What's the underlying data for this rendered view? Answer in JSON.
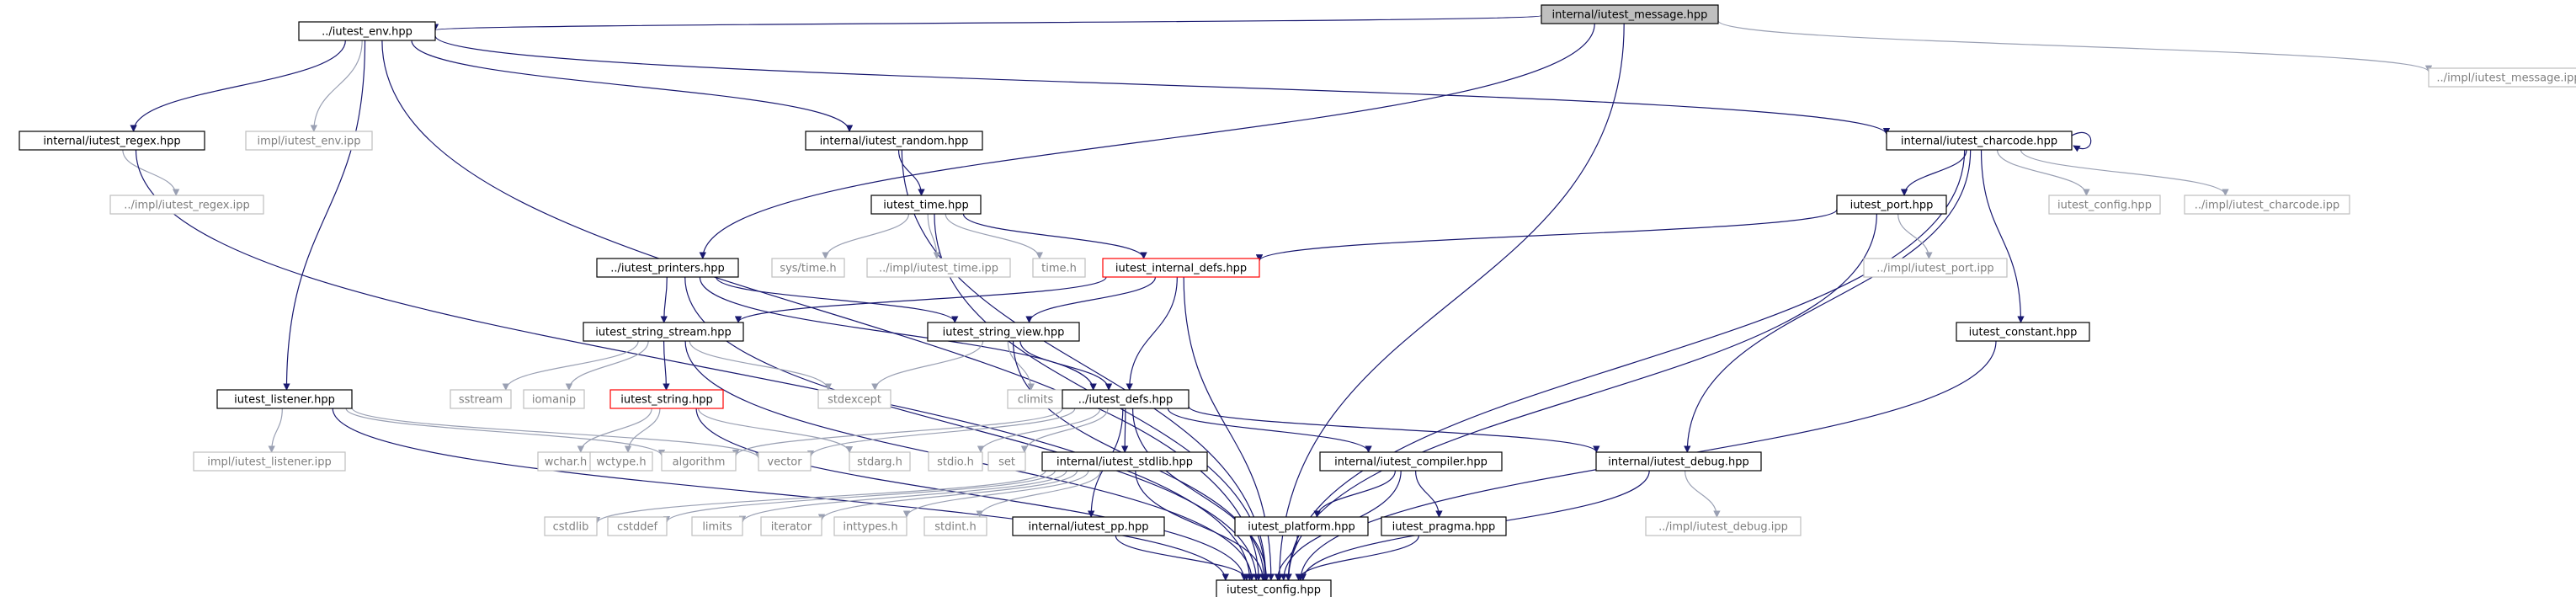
{
  "graph": {
    "root": "internal/iutest_message.hpp",
    "colors": {
      "edge": "#191970",
      "edge_light": "#9aa0b3",
      "root_fill": "#bfbfbf",
      "node_border": "#000000",
      "highlight_border": "#ff0000",
      "external_border": "#bfbfbf",
      "external_text": "#7f7f7f"
    },
    "nodes": [
      {
        "id": "n_message",
        "label": "internal/iutest_message.hpp",
        "style": "root"
      },
      {
        "id": "n_env",
        "label": "../iutest_env.hpp",
        "style": "normal"
      },
      {
        "id": "n_impl_message",
        "label": "../impl/iutest_message.ipp",
        "style": "external"
      },
      {
        "id": "n_regex",
        "label": "internal/iutest_regex.hpp",
        "style": "normal"
      },
      {
        "id": "n_impl_env",
        "label": "impl/iutest_env.ipp",
        "style": "external"
      },
      {
        "id": "n_random",
        "label": "internal/iutest_random.hpp",
        "style": "normal"
      },
      {
        "id": "n_charcode",
        "label": "internal/iutest_charcode.hpp",
        "style": "normal"
      },
      {
        "id": "n_impl_regex",
        "label": "../impl/iutest_regex.ipp",
        "style": "external"
      },
      {
        "id": "n_time",
        "label": "iutest_time.hpp",
        "style": "normal"
      },
      {
        "id": "n_port",
        "label": "iutest_port.hpp",
        "style": "normal"
      },
      {
        "id": "n_config_ext",
        "label": "iutest_config.hpp",
        "style": "external"
      },
      {
        "id": "n_impl_charcode",
        "label": "../impl/iutest_charcode.ipp",
        "style": "external"
      },
      {
        "id": "n_printers",
        "label": "../iutest_printers.hpp",
        "style": "normal"
      },
      {
        "id": "n_systime",
        "label": "sys/time.h",
        "style": "external"
      },
      {
        "id": "n_impl_time",
        "label": "../impl/iutest_time.ipp",
        "style": "external"
      },
      {
        "id": "n_timeh",
        "label": "time.h",
        "style": "external"
      },
      {
        "id": "n_internal_defs",
        "label": "iutest_internal_defs.hpp",
        "style": "highlight"
      },
      {
        "id": "n_impl_port",
        "label": "../impl/iutest_port.ipp",
        "style": "external"
      },
      {
        "id": "n_string_stream",
        "label": "iutest_string_stream.hpp",
        "style": "normal"
      },
      {
        "id": "n_string_view",
        "label": "iutest_string_view.hpp",
        "style": "normal"
      },
      {
        "id": "n_constant",
        "label": "iutest_constant.hpp",
        "style": "normal"
      },
      {
        "id": "n_listener",
        "label": "iutest_listener.hpp",
        "style": "normal"
      },
      {
        "id": "n_sstream",
        "label": "sstream",
        "style": "external"
      },
      {
        "id": "n_iomanip",
        "label": "iomanip",
        "style": "external"
      },
      {
        "id": "n_string",
        "label": "iutest_string.hpp",
        "style": "highlight"
      },
      {
        "id": "n_stdexcept",
        "label": "stdexcept",
        "style": "external"
      },
      {
        "id": "n_climits",
        "label": "climits",
        "style": "external"
      },
      {
        "id": "n_defs",
        "label": "../iutest_defs.hpp",
        "style": "normal"
      },
      {
        "id": "n_impl_listener",
        "label": "impl/iutest_listener.ipp",
        "style": "external"
      },
      {
        "id": "n_wcharh",
        "label": "wchar.h",
        "style": "external"
      },
      {
        "id": "n_wctypeh",
        "label": "wctype.h",
        "style": "external"
      },
      {
        "id": "n_algorithm",
        "label": "algorithm",
        "style": "external"
      },
      {
        "id": "n_vector",
        "label": "vector",
        "style": "external"
      },
      {
        "id": "n_stdargh",
        "label": "stdarg.h",
        "style": "external"
      },
      {
        "id": "n_stdioh",
        "label": "stdio.h",
        "style": "external"
      },
      {
        "id": "n_set",
        "label": "set",
        "style": "external"
      },
      {
        "id": "n_stdlib",
        "label": "internal/iutest_stdlib.hpp",
        "style": "normal"
      },
      {
        "id": "n_compiler",
        "label": "internal/iutest_compiler.hpp",
        "style": "normal"
      },
      {
        "id": "n_debug",
        "label": "internal/iutest_debug.hpp",
        "style": "normal"
      },
      {
        "id": "n_cstdlib",
        "label": "cstdlib",
        "style": "external"
      },
      {
        "id": "n_cstddef",
        "label": "cstddef",
        "style": "external"
      },
      {
        "id": "n_limits",
        "label": "limits",
        "style": "external"
      },
      {
        "id": "n_iterator",
        "label": "iterator",
        "style": "external"
      },
      {
        "id": "n_inttypes",
        "label": "inttypes.h",
        "style": "external"
      },
      {
        "id": "n_stdinth",
        "label": "stdint.h",
        "style": "external"
      },
      {
        "id": "n_pp",
        "label": "internal/iutest_pp.hpp",
        "style": "normal"
      },
      {
        "id": "n_platform",
        "label": "iutest_platform.hpp",
        "style": "normal"
      },
      {
        "id": "n_pragma",
        "label": "iutest_pragma.hpp",
        "style": "normal"
      },
      {
        "id": "n_impl_debug",
        "label": "../impl/iutest_debug.ipp",
        "style": "external"
      },
      {
        "id": "n_config",
        "label": "iutest_config.hpp",
        "style": "normal"
      }
    ],
    "edges": [
      [
        "n_message",
        "n_env"
      ],
      [
        "n_message",
        "n_impl_message"
      ],
      [
        "n_message",
        "n_printers"
      ],
      [
        "n_message",
        "n_config"
      ],
      [
        "n_env",
        "n_regex"
      ],
      [
        "n_env",
        "n_impl_env"
      ],
      [
        "n_env",
        "n_random"
      ],
      [
        "n_env",
        "n_charcode"
      ],
      [
        "n_env",
        "n_listener"
      ],
      [
        "n_env",
        "n_config"
      ],
      [
        "n_regex",
        "n_impl_regex"
      ],
      [
        "n_regex",
        "n_config"
      ],
      [
        "n_random",
        "n_time"
      ],
      [
        "n_random",
        "n_config"
      ],
      [
        "n_charcode",
        "n_charcode"
      ],
      [
        "n_charcode",
        "n_port"
      ],
      [
        "n_charcode",
        "n_config_ext"
      ],
      [
        "n_charcode",
        "n_impl_charcode"
      ],
      [
        "n_charcode",
        "n_constant"
      ],
      [
        "n_charcode",
        "n_debug"
      ],
      [
        "n_charcode",
        "n_config"
      ],
      [
        "n_time",
        "n_systime"
      ],
      [
        "n_time",
        "n_impl_time"
      ],
      [
        "n_time",
        "n_timeh"
      ],
      [
        "n_time",
        "n_internal_defs"
      ],
      [
        "n_time",
        "n_config"
      ],
      [
        "n_port",
        "n_internal_defs"
      ],
      [
        "n_port",
        "n_impl_port"
      ],
      [
        "n_port",
        "n_config"
      ],
      [
        "n_printers",
        "n_string_stream"
      ],
      [
        "n_printers",
        "n_string_view"
      ],
      [
        "n_printers",
        "n_defs"
      ],
      [
        "n_printers",
        "n_config"
      ],
      [
        "n_internal_defs",
        "n_string_stream"
      ],
      [
        "n_internal_defs",
        "n_string_view"
      ],
      [
        "n_internal_defs",
        "n_defs"
      ],
      [
        "n_internal_defs",
        "n_config"
      ],
      [
        "n_string_stream",
        "n_sstream"
      ],
      [
        "n_string_stream",
        "n_iomanip"
      ],
      [
        "n_string_stream",
        "n_string"
      ],
      [
        "n_string_stream",
        "n_stdexcept"
      ],
      [
        "n_string_stream",
        "n_config"
      ],
      [
        "n_string_view",
        "n_stdexcept"
      ],
      [
        "n_string_view",
        "n_climits"
      ],
      [
        "n_string_view",
        "n_defs"
      ],
      [
        "n_string_view",
        "n_config"
      ],
      [
        "n_constant",
        "n_config"
      ],
      [
        "n_listener",
        "n_impl_listener"
      ],
      [
        "n_listener",
        "n_algorithm"
      ],
      [
        "n_listener",
        "n_vector"
      ],
      [
        "n_listener",
        "n_config"
      ],
      [
        "n_string",
        "n_wcharh"
      ],
      [
        "n_string",
        "n_wctypeh"
      ],
      [
        "n_string",
        "n_stdargh"
      ],
      [
        "n_string",
        "n_config"
      ],
      [
        "n_defs",
        "n_algorithm"
      ],
      [
        "n_defs",
        "n_vector"
      ],
      [
        "n_defs",
        "n_stdioh"
      ],
      [
        "n_defs",
        "n_set"
      ],
      [
        "n_defs",
        "n_stdlib"
      ],
      [
        "n_defs",
        "n_compiler"
      ],
      [
        "n_defs",
        "n_debug"
      ],
      [
        "n_defs",
        "n_pp"
      ],
      [
        "n_defs",
        "n_config"
      ],
      [
        "n_stdlib",
        "n_cstdlib"
      ],
      [
        "n_stdlib",
        "n_cstddef"
      ],
      [
        "n_stdlib",
        "n_limits"
      ],
      [
        "n_stdlib",
        "n_iterator"
      ],
      [
        "n_stdlib",
        "n_inttypes"
      ],
      [
        "n_stdlib",
        "n_stdinth"
      ],
      [
        "n_stdlib",
        "n_config"
      ],
      [
        "n_compiler",
        "n_platform"
      ],
      [
        "n_compiler",
        "n_pragma"
      ],
      [
        "n_compiler",
        "n_config"
      ],
      [
        "n_debug",
        "n_impl_debug"
      ],
      [
        "n_debug",
        "n_config"
      ],
      [
        "n_platform",
        "n_config"
      ],
      [
        "n_pragma",
        "n_config"
      ],
      [
        "n_pp",
        "n_config"
      ]
    ]
  }
}
